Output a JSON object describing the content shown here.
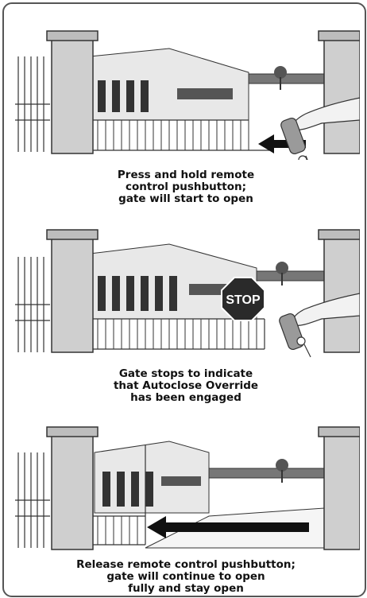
{
  "steps": [
    {
      "caption_lines": [
        "Press and hold remote",
        "control pushbutton;",
        "gate will start to open"
      ],
      "illustration": "gate-opening-with-remote",
      "icons": [
        "left-arrow-icon",
        "remote-control-icon"
      ]
    },
    {
      "caption_lines": [
        "Gate stops to indicate",
        "that Autoclose Override",
        "has been engaged"
      ],
      "illustration": "gate-stopped",
      "stop_sign": "STOP",
      "icons": [
        "stop-sign-icon",
        "remote-control-icon"
      ]
    },
    {
      "caption_lines": [
        "Release remote control pushbutton;",
        "gate will continue to open",
        "fully and stay open"
      ],
      "illustration": "gate-fully-open",
      "icons": [
        "left-arrow-icon"
      ]
    }
  ],
  "colors": {
    "ink": "#222222",
    "pillar": "#cfcfcf",
    "gate": "#e6e6e6",
    "stop": "#2a2a2a",
    "background": "#ffffff"
  }
}
